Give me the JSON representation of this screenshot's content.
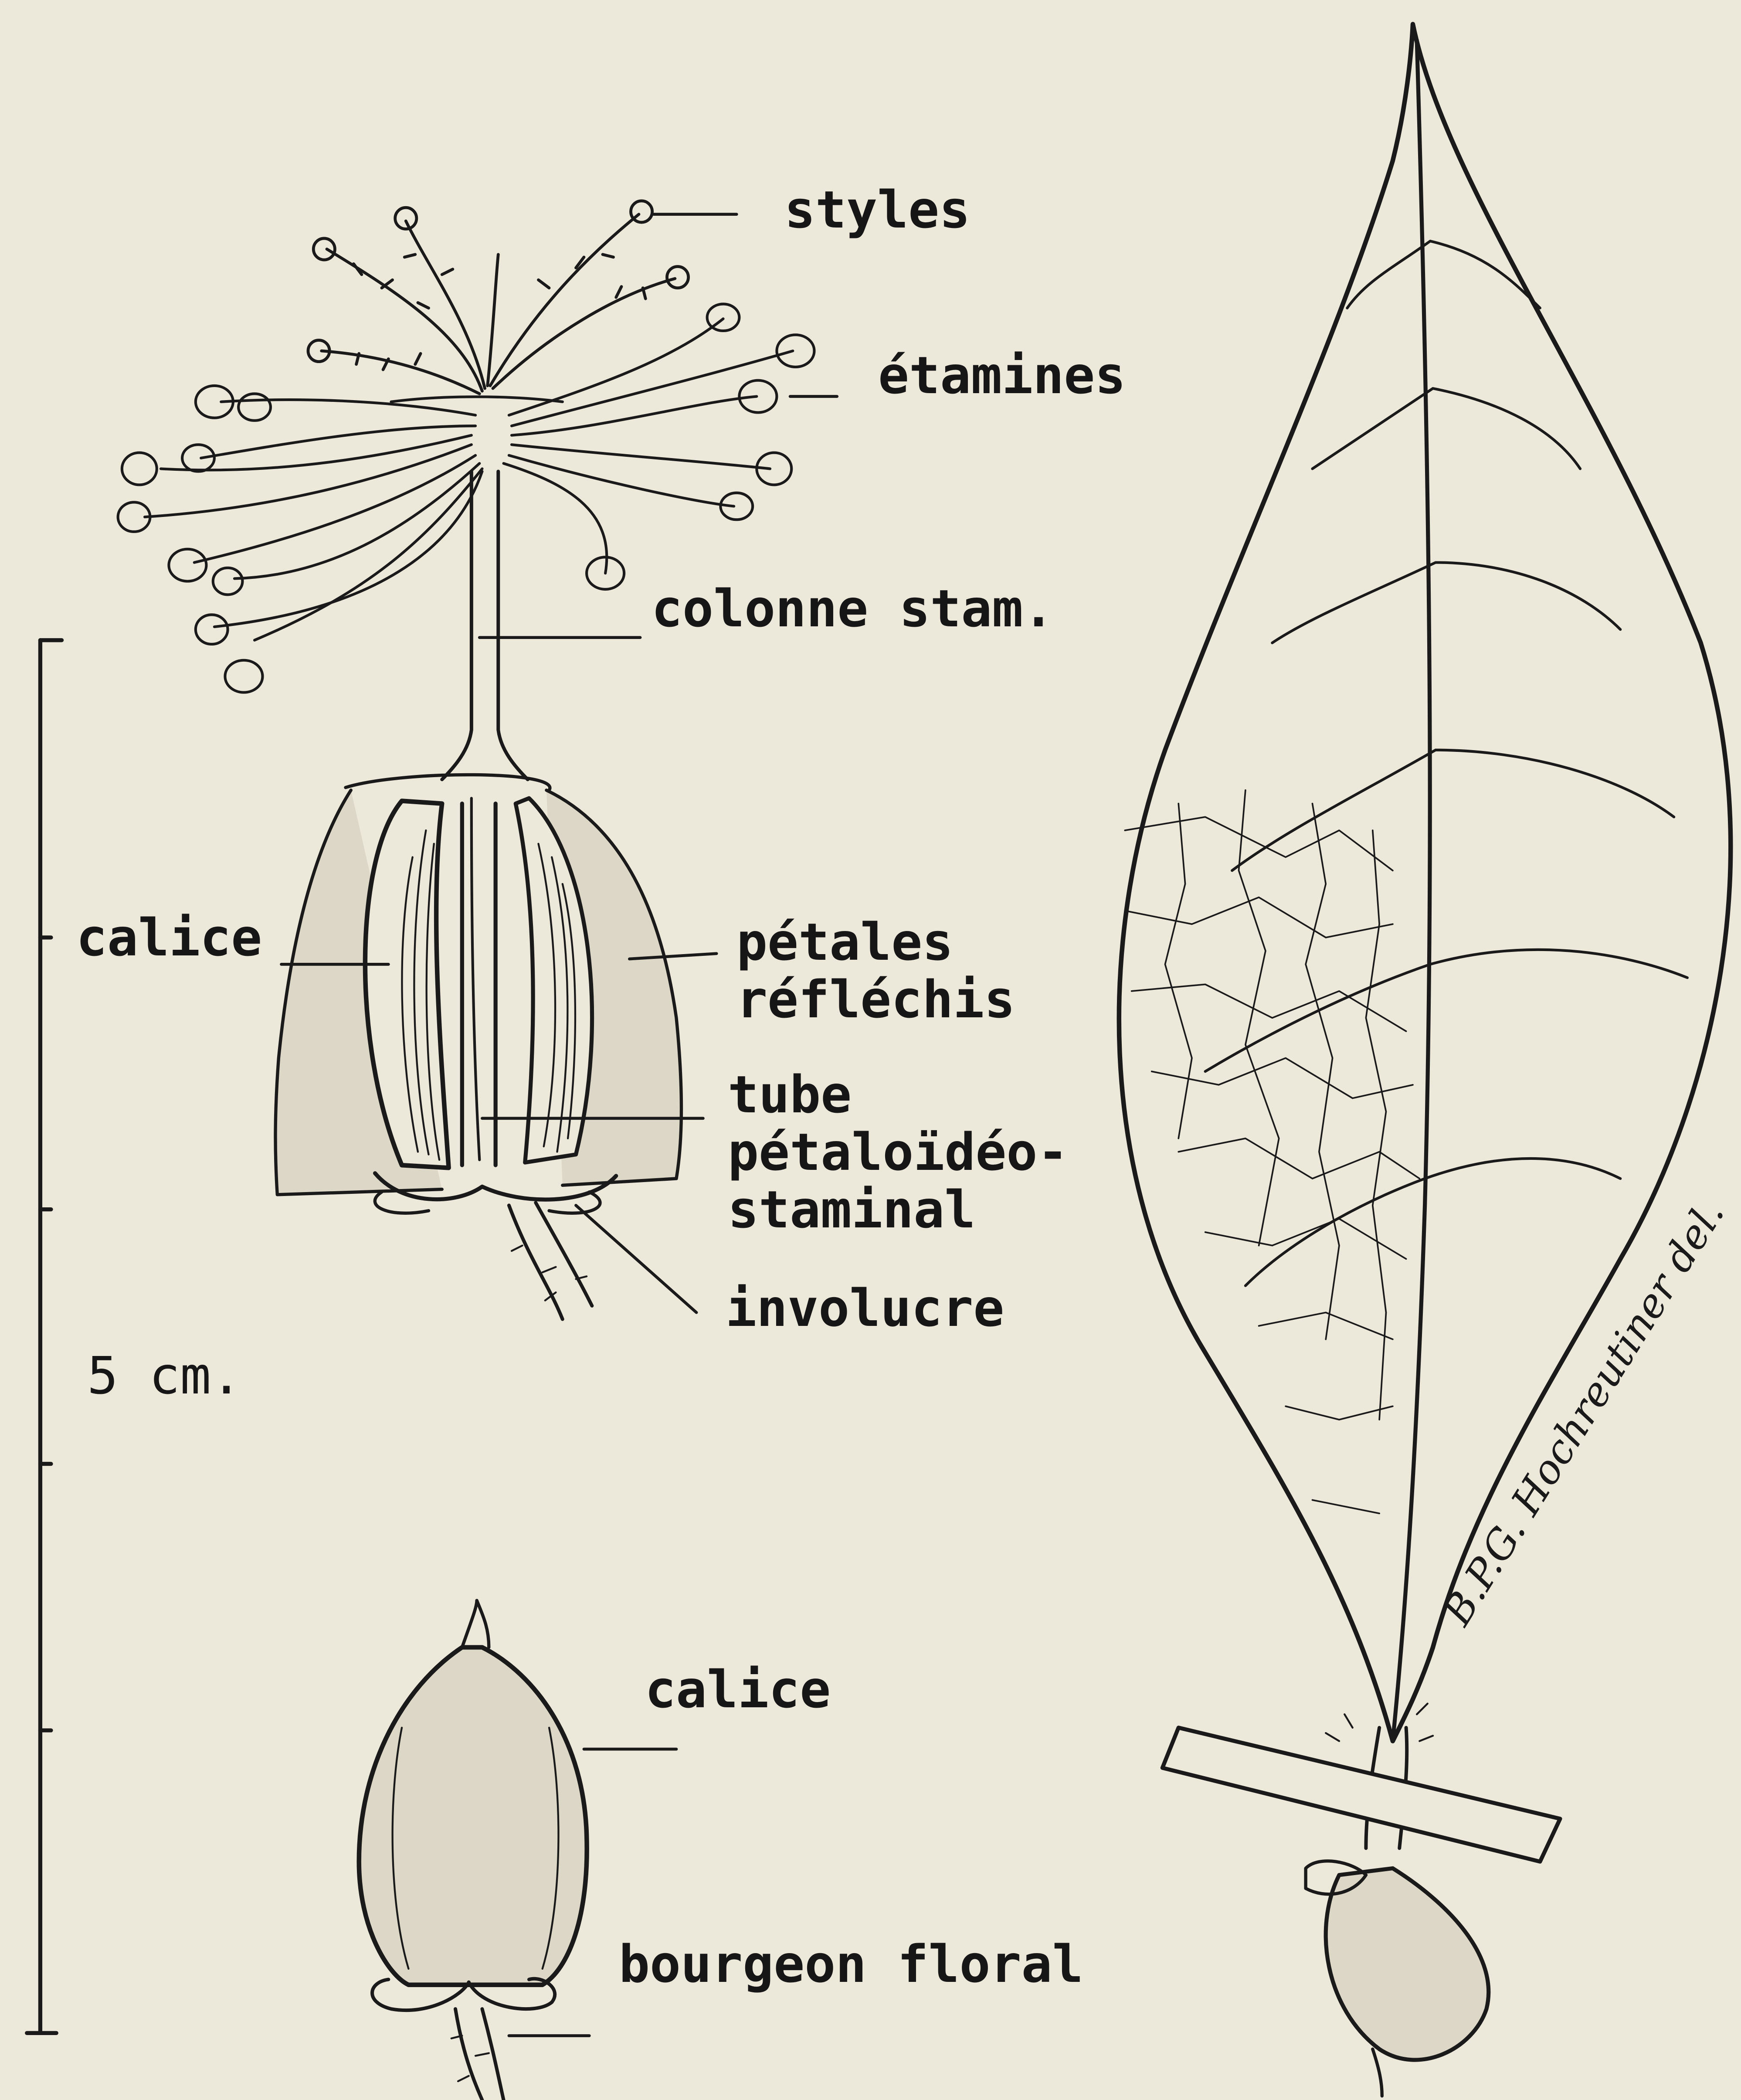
{
  "labels": {
    "styles": "styles",
    "etamines": "étamines",
    "colonne_stam": "colonne stam.",
    "calice_flower": "calice",
    "petales_reflechis": "pétales\nréfléchis",
    "tube": "tube\npétaloïdéo-\nstaminal",
    "involucre": "involucre",
    "scale": "5 cm.",
    "calice_bud": "calice",
    "bourgeon_floral": "bourgeon floral"
  },
  "signature": "B.P.G. Hochreutiner del."
}
